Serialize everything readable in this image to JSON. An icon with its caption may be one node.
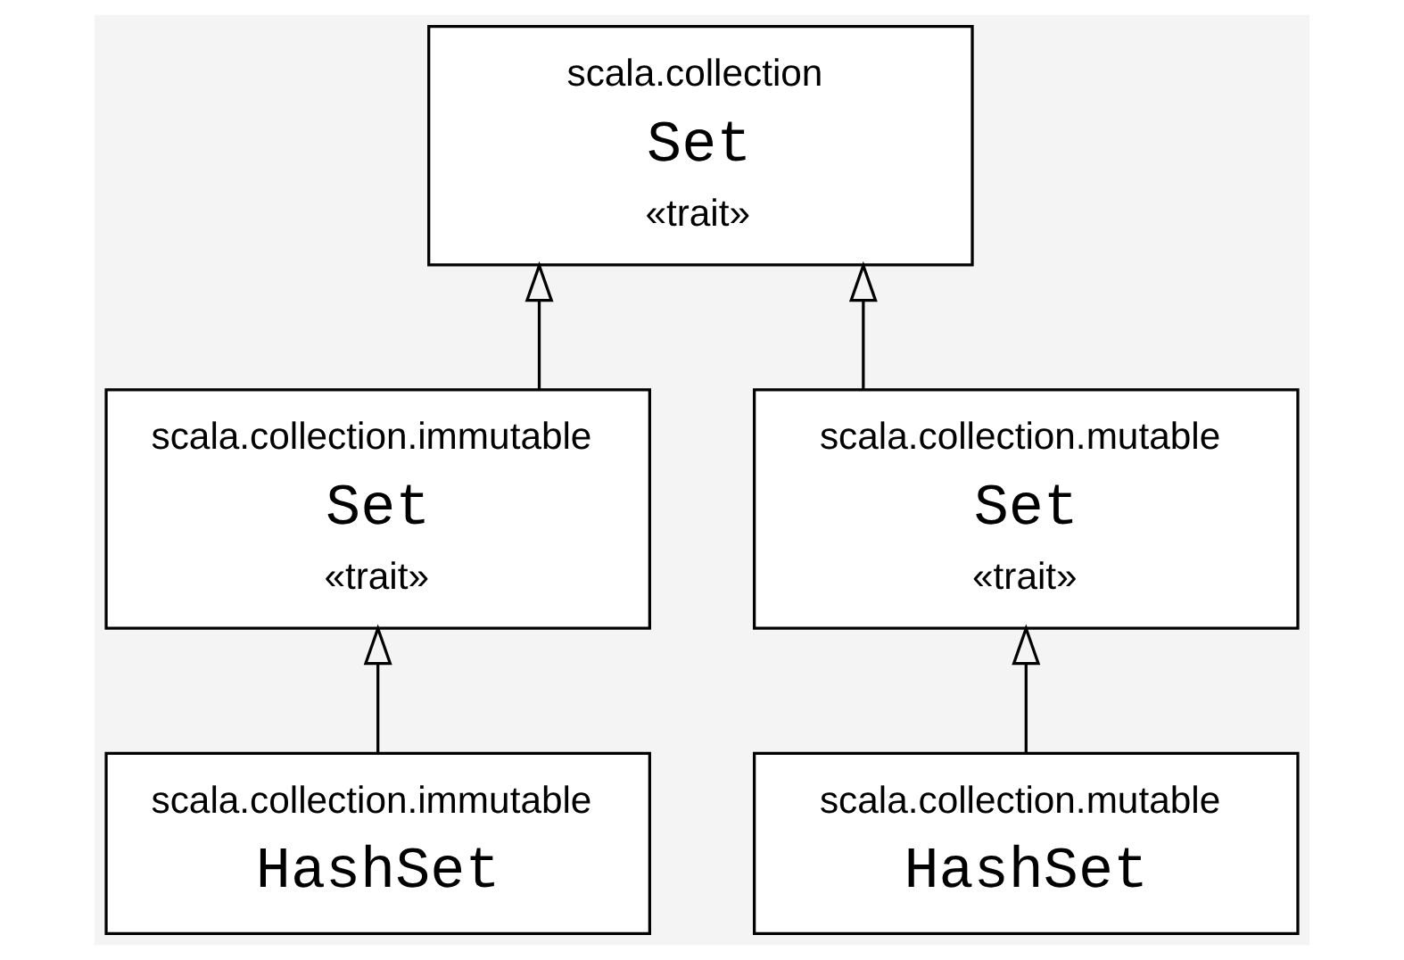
{
  "diagram": {
    "nodes": [
      {
        "text": [
          "scala.collection",
          "Set",
          "«trait»"
        ]
      },
      {
        "text": [
          "scala.collection.immutable",
          "Set",
          "«trait»"
        ]
      },
      {
        "text": [
          "scala.collection.mutable",
          "Set",
          "«trait»"
        ]
      },
      {
        "text": [
          "scala.collection.immutable",
          "HashSet"
        ]
      },
      {
        "text": [
          "scala.collection.mutable",
          "HashSet"
        ]
      }
    ],
    "edges": [
      {
        "from": 1,
        "to": 0,
        "arrow": "to"
      },
      {
        "from": 2,
        "to": 0,
        "arrow": "to"
      },
      {
        "from": 3,
        "to": 1,
        "arrow": "to"
      },
      {
        "from": 4,
        "to": 2,
        "arrow": "to"
      }
    ]
  }
}
